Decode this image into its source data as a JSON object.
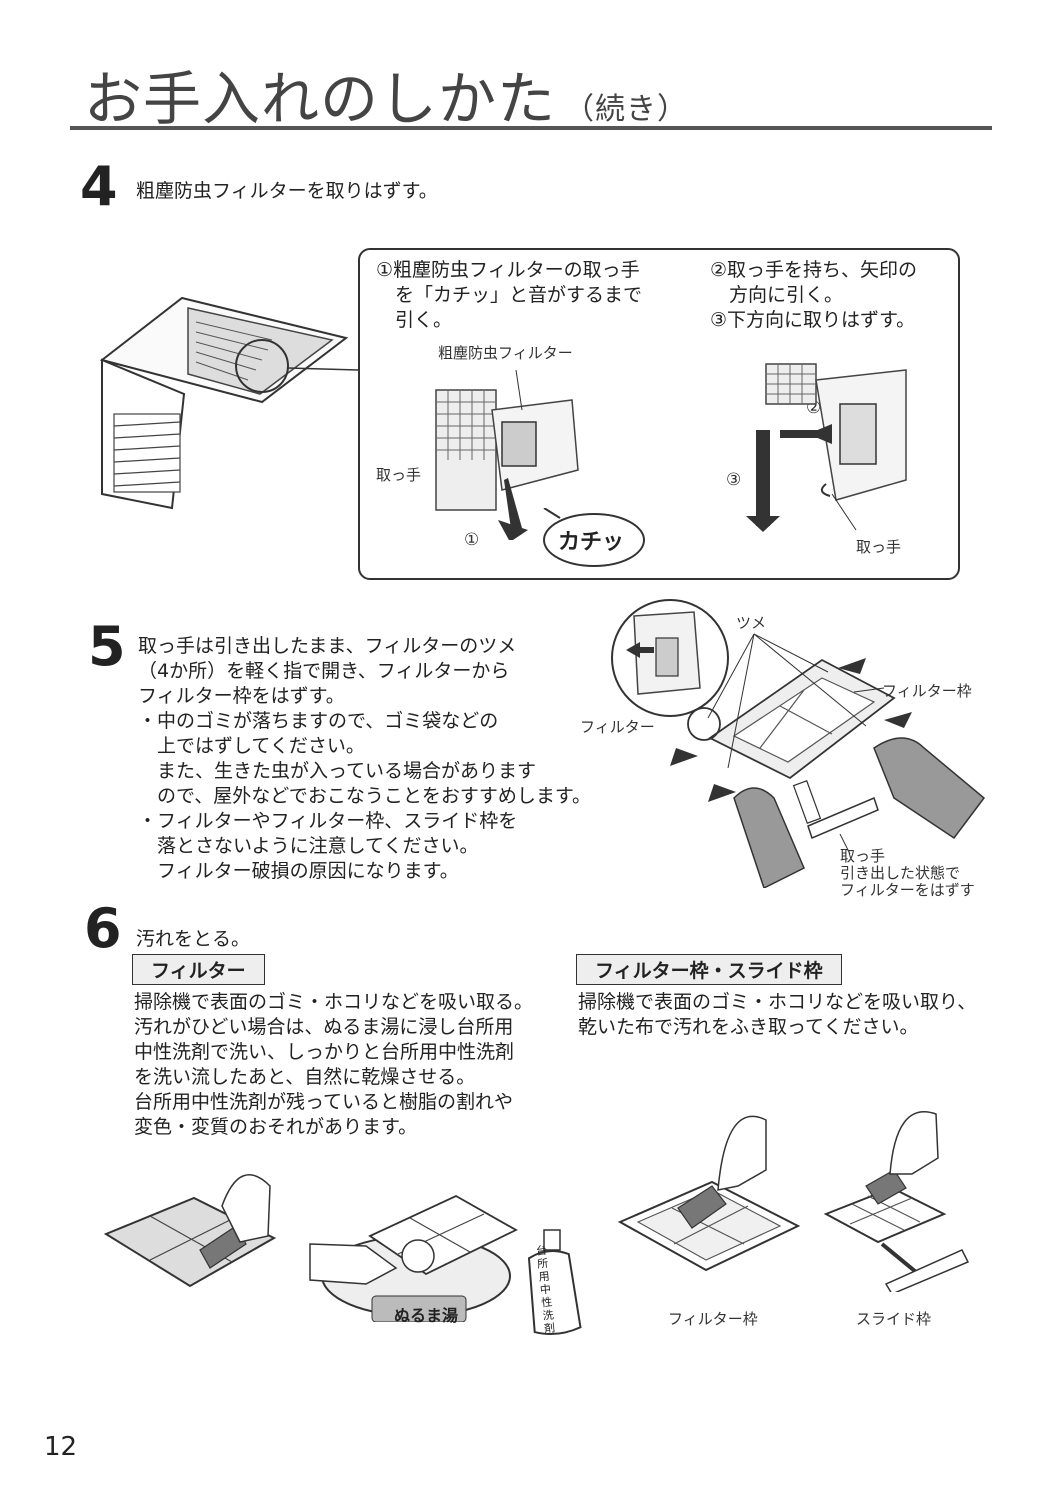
{
  "header": {
    "title": "お手入れのしかた",
    "subtitle": "（続き）"
  },
  "step4": {
    "number": "4",
    "text": "粗塵防虫フィルターを取りはずす。",
    "instruction1": "①粗塵防虫フィルターの取っ手\n　を「カチッ」と音がするまで\n　引く。",
    "instruction2": "②取っ手を持ち、矢印の\n　方向に引く。\n③下方向に取りはずす。",
    "label_filter": "粗塵防虫フィルター",
    "label_handle_left": "取っ手",
    "label_circle1": "①",
    "label_click": "カチッ",
    "label_circle2": "②",
    "label_circle3": "③",
    "label_handle_right": "取っ手"
  },
  "step5": {
    "number": "5",
    "text": "取っ手は引き出したまま、フィルターのツメ\n（4か所）を軽く指で開き、フィルターから\nフィルター枠をはずす。\n・中のゴミが落ちますので、ゴミ袋などの\n　上ではずしてください。\n　また、生きた虫が入っている場合があります\n　ので、屋外などでおこなうことをおすすめします。\n・フィルターやフィルター枠、スライド枠を\n　落とさないように注意してください。\n　フィルター破損の原因になります。",
    "label_tsume": "ツメ",
    "label_filter_frame": "フィルター枠",
    "label_filter": "フィルター",
    "label_handle_note": "取っ手\n引き出した状態で\nフィルターをはずす"
  },
  "step6": {
    "number": "6",
    "text": "汚れをとる。",
    "box_filter": "フィルター",
    "filter_text": "掃除機で表面のゴミ・ホコリなどを吸い取る。\n汚れがひどい場合は、ぬるま湯に浸し台所用\n中性洗剤で洗い、しっかりと台所用中性洗剤\nを洗い流したあと、自然に乾燥させる。\n台所用中性洗剤が残っていると樹脂の割れや\n変色・変質のおそれがあります。",
    "box_frames": "フィルター枠・スライド枠",
    "frames_text": "掃除機で表面のゴミ・ホコリなどを吸い取り、\n乾いた布で汚れをふき取ってください。",
    "label_warm_water": "ぬるま湯",
    "label_detergent": "台所用中性洗剤",
    "label_filter_frame": "フィルター枠",
    "label_slide_frame": "スライド枠"
  },
  "footer": {
    "page_number": "12"
  }
}
